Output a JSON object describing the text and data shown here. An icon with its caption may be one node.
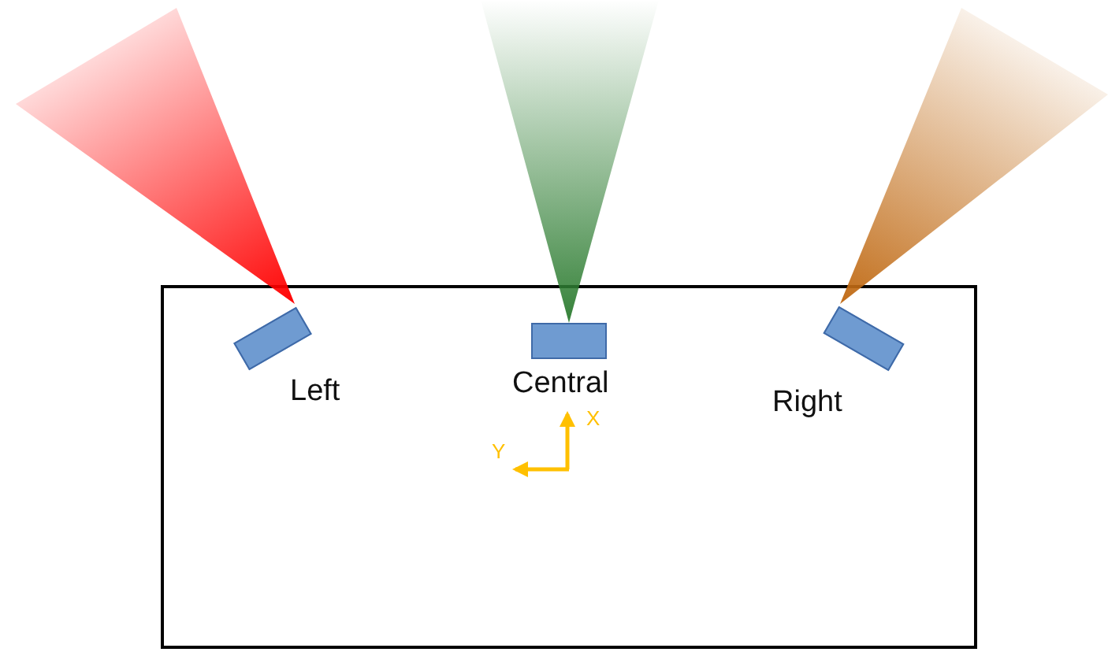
{
  "diagram": {
    "nodes": [
      {
        "text": [],
        "shape": "box"
      },
      {
        "text": [],
        "shape": "box",
        "in": 0,
        "beside": [
          "Left"
        ]
      },
      {
        "text": [],
        "shape": "box",
        "in": 0,
        "beside": [
          "Central"
        ]
      },
      {
        "text": [],
        "shape": "box",
        "in": 0,
        "beside": [
          "Right"
        ]
      },
      {
        "text": [],
        "shape": "cone"
      },
      {
        "text": [],
        "shape": "cone"
      },
      {
        "text": [],
        "shape": "cone"
      }
    ],
    "labels": [
      "X",
      "Y"
    ]
  }
}
